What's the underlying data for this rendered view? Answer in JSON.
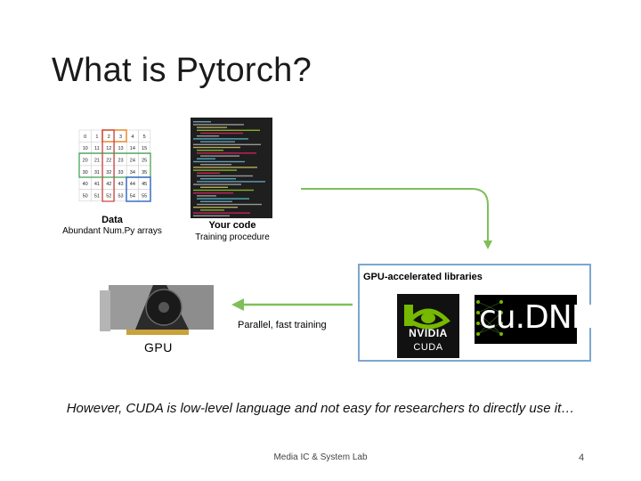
{
  "slide": {
    "title": "What is Pytorch?",
    "data_heading": "Data",
    "data_sub": "Abundant Num.Py arrays",
    "code_heading": "Your code",
    "code_sub": "Training procedure",
    "libs_title": "GPU-accelerated libraries",
    "nvidia_text": "NVIDIA",
    "cuda_text": "CUDA",
    "cudnn_text": "cu.DNN",
    "training_label": "Parallel, fast training",
    "gpu_label": "GPU",
    "caption": "However, CUDA is low-level language and not easy for researchers to directly use it…",
    "footer": "Media IC & System Lab",
    "page_number": "4"
  },
  "grid": {
    "rows": [
      [
        "0",
        "1",
        "2",
        "3",
        "4",
        "5"
      ],
      [
        "10",
        "11",
        "12",
        "13",
        "14",
        "15"
      ],
      [
        "20",
        "21",
        "22",
        "23",
        "24",
        "25"
      ],
      [
        "30",
        "31",
        "32",
        "33",
        "34",
        "35"
      ],
      [
        "40",
        "41",
        "42",
        "43",
        "44",
        "45"
      ],
      [
        "50",
        "51",
        "52",
        "53",
        "54",
        "55"
      ]
    ]
  },
  "colors": {
    "lib_border": "#7ba7d1",
    "nvidia_green": "#76b900",
    "grid_orange": "#e8892b",
    "grid_red": "#d23b3b",
    "grid_green": "#3a9e4a",
    "grid_blue": "#3a6fc4"
  }
}
